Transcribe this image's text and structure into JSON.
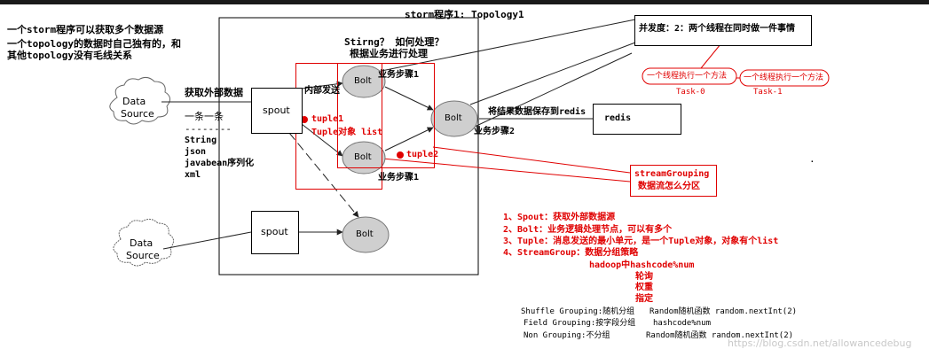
{
  "title": "storm程序1: Topology1",
  "left_notes": {
    "line1": "一个storm程序可以获取多个数据源",
    "line2": "一个topology的数据时自己独有的，和",
    "line3": "其他topology没有毛线关系"
  },
  "data_source_1": {
    "line1": "Data",
    "line2": "Source"
  },
  "data_source_2": {
    "line1": "Data",
    "line2": "Source"
  },
  "get_external_data": "获取外部数据",
  "one_by_one": "一条一条",
  "dashes": "--------",
  "formats": [
    "String",
    "json",
    "javabean序列化",
    "xml"
  ],
  "spout_1": "spout",
  "spout_2": "spout",
  "bolt_labels": [
    "Bolt",
    "Bolt",
    "Bolt",
    "Bolt"
  ],
  "question": {
    "line1": "Stirng？ 如何处理？",
    "line2": "根据业务进行处理"
  },
  "internal_send": "内部发送",
  "step1_top": "业务步骤1",
  "step1_bottom": "业务步骤1",
  "step2": "业务步骤2",
  "tuple1": "tuple1",
  "tuple_object": "Tuple对象 list",
  "tuple2": "tuple2",
  "save_result": "将结果数据保存到redis",
  "redis": "redis",
  "concurrency": "并发度：2：两个线程在同时做一件事情",
  "thread_method_1": "一个线程执行一个方法",
  "thread_method_2": "一个线程执行一个方法",
  "task0": "Task-0",
  "task1": "Task-1",
  "stream_grouping": {
    "line1": "streamGrouping",
    "line2": "数据流怎么分区"
  },
  "legend": [
    "1、Spout：获取外部数据源",
    "2、Bolt：业务逻辑处理节点，可以有多个",
    "3、Tuple：消息发送的最小单元，是一个Tuple对象，对象有个list",
    "4、StreamGroup：数据分组策略"
  ],
  "strategies": [
    "hadoop中hashcode%num",
    "轮询",
    "权重",
    "指定"
  ],
  "groupings": [
    {
      "name": "Shuffle Grouping:随机分组",
      "desc": "Random随机函数 random.nextInt(2)"
    },
    {
      "name": "Field Grouping:按字段分组",
      "desc": "hashcode%num"
    },
    {
      "name": "Non Grouping:不分组",
      "desc": "Random随机函数 random.nextInt(2)"
    }
  ],
  "watermark": "https://blog.csdn.net/allowancedebug",
  "dot": "."
}
